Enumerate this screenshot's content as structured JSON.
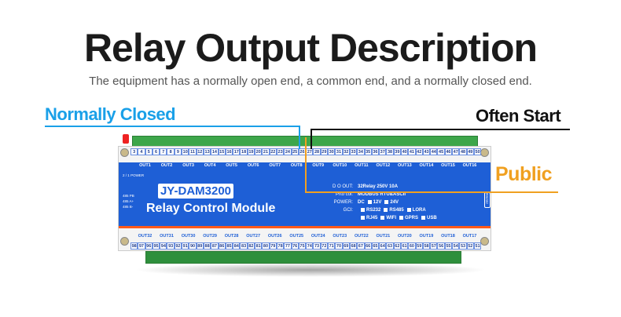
{
  "title": "Relay Output Description",
  "subtitle": "The equipment has a normally open end, a common end, and a normally closed end.",
  "labels": {
    "normally_closed": "Normally Closed",
    "often_start": "Often Start",
    "public": "Public"
  },
  "colors": {
    "nc": "#1aa0e8",
    "os": "#111111",
    "pub": "#f0a020",
    "board": "#1e5fd6"
  },
  "module": {
    "model": "JY-DAM3200",
    "name": "Relay Control Module",
    "power_label": "POWER",
    "power_pins": [
      "2",
      "1"
    ],
    "rs485_pins": [
      [
        "485",
        "PB"
      ],
      [
        "485",
        "A+"
      ],
      [
        "485",
        "B-"
      ]
    ],
    "rs_port": "RS232",
    "specs": [
      {
        "k": "D O OUT:",
        "v": "32Relay 250V 10A"
      },
      {
        "k": "Prto col:",
        "v": "MODBUS  RTU&ASCII"
      },
      {
        "k": "POWER:",
        "v": "DC",
        "opts": [
          "12V",
          "24V"
        ]
      },
      {
        "k": "GCI:",
        "v": "",
        "opts": [
          "RS232",
          "RS485",
          "LORA"
        ]
      },
      {
        "k": "",
        "v": "",
        "opts": [
          "RJ45",
          "WIFI",
          "GPRS",
          "USB"
        ]
      }
    ]
  },
  "top_terminals": [
    "3",
    "4",
    "5",
    "6",
    "7",
    "8",
    "9",
    "10",
    "11",
    "12",
    "13",
    "14",
    "15",
    "16",
    "17",
    "18",
    "19",
    "20",
    "21",
    "22",
    "23",
    "24",
    "25",
    "26",
    "27",
    "28",
    "29",
    "30",
    "31",
    "32",
    "33",
    "34",
    "35",
    "36",
    "37",
    "38",
    "39",
    "40",
    "41",
    "42",
    "43",
    "44",
    "45",
    "46",
    "47",
    "48",
    "49",
    "50"
  ],
  "bottom_terminals": [
    "98",
    "97",
    "96",
    "95",
    "94",
    "93",
    "92",
    "91",
    "90",
    "89",
    "88",
    "87",
    "86",
    "85",
    "84",
    "83",
    "82",
    "81",
    "80",
    "79",
    "78",
    "77",
    "76",
    "75",
    "74",
    "73",
    "72",
    "71",
    "70",
    "69",
    "68",
    "67",
    "66",
    "65",
    "64",
    "63",
    "62",
    "61",
    "60",
    "59",
    "58",
    "57",
    "56",
    "55",
    "54",
    "53",
    "52",
    "51"
  ],
  "top_outputs": [
    "OUT1",
    "OUT2",
    "OUT3",
    "OUT4",
    "OUT5",
    "OUT6",
    "OUT7",
    "OUT8",
    "OUT9",
    "OUT10",
    "OUT11",
    "OUT12",
    "OUT13",
    "OUT14",
    "OUT15",
    "OUT16"
  ],
  "bottom_outputs": [
    "OUT32",
    "OUT31",
    "OUT30",
    "OUT29",
    "OUT28",
    "OUT27",
    "OUT26",
    "OUT25",
    "OUT24",
    "OUT23",
    "OUT22",
    "OUT21",
    "OUT20",
    "OUT19",
    "OUT18",
    "OUT17"
  ]
}
